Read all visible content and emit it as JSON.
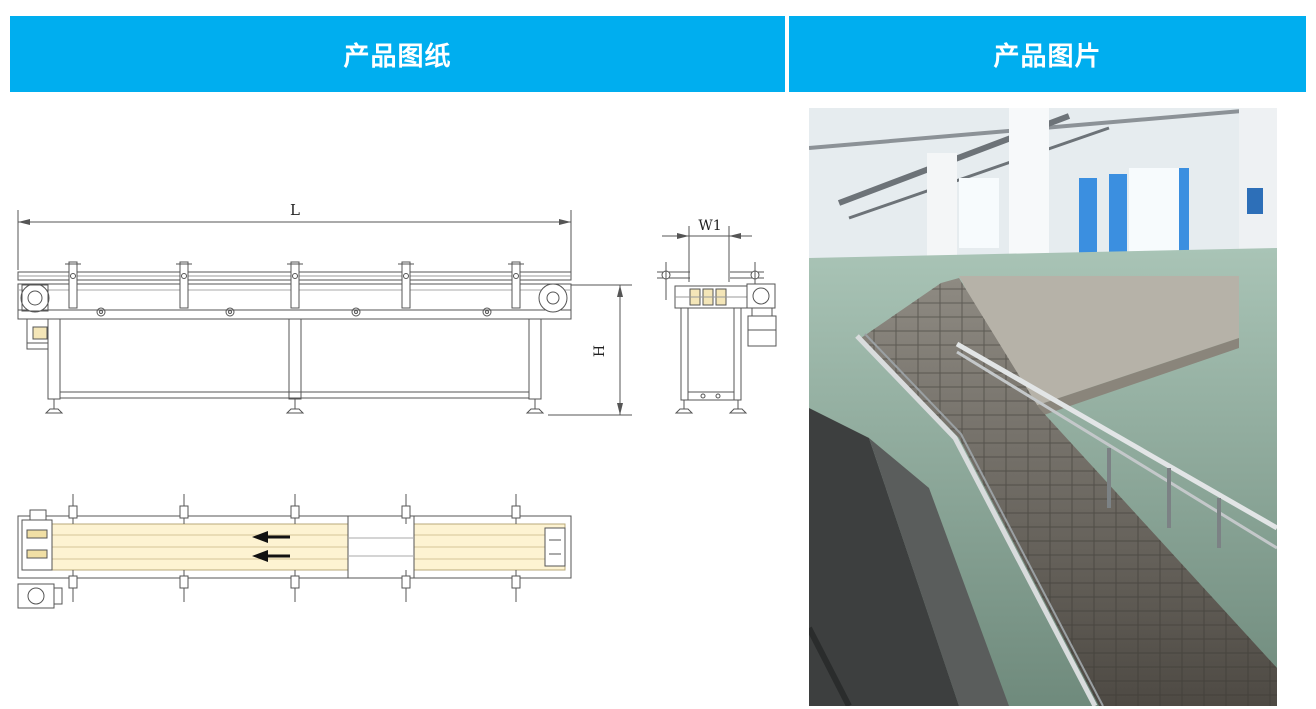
{
  "headers": {
    "drawing": "产品图纸",
    "photo": "产品图片"
  },
  "dimensions": {
    "length": "L",
    "width": "W1",
    "height": "H"
  },
  "colors": {
    "header_bg": "#00aeef",
    "header_text": "#ffffff",
    "drawing_line": "#555555",
    "chain_fill": "#fdf3d2"
  }
}
